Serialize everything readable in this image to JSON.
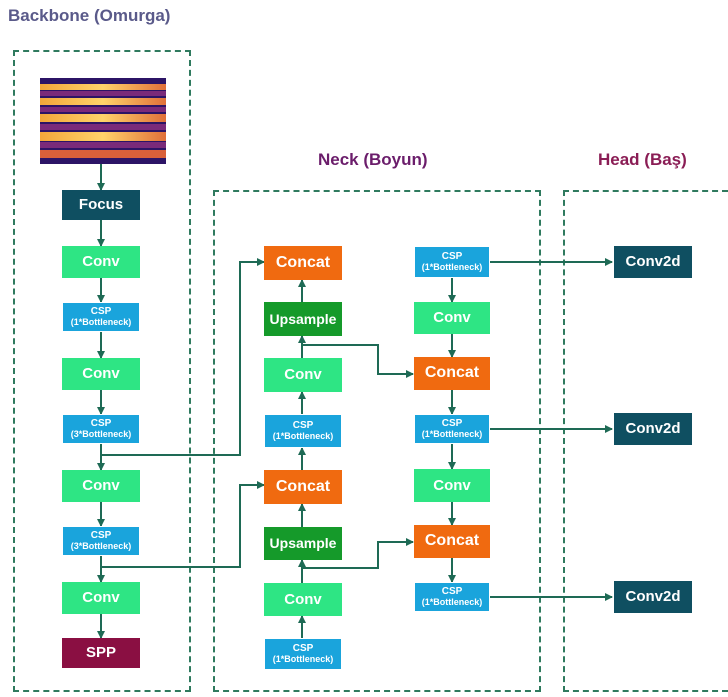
{
  "titles": {
    "backbone": "Backbone (Omurga)",
    "neck": "Neck (Boyun)",
    "head": "Head (Baş)"
  },
  "colors": {
    "title_backbone": "#5a5a8a",
    "title_neck": "#6b1d6b",
    "title_head": "#8a1d55",
    "panel_border": "#2f7a5e",
    "arrow": "#1e6a55"
  },
  "nodes": {
    "focus": {
      "l1": "Focus"
    },
    "bb_conv1": {
      "l1": "Conv"
    },
    "bb_csp1": {
      "l1": "CSP",
      "l2": "(1*Bottleneck)"
    },
    "bb_conv2": {
      "l1": "Conv"
    },
    "bb_csp2": {
      "l1": "CSP",
      "l2": "(3*Bottleneck)"
    },
    "bb_conv3": {
      "l1": "Conv"
    },
    "bb_csp3": {
      "l1": "CSP",
      "l2": "(3*Bottleneck)"
    },
    "bb_conv4": {
      "l1": "Conv"
    },
    "spp": {
      "l1": "SPP"
    },
    "n_concat1": {
      "l1": "Concat"
    },
    "n_upsample1": {
      "l1": "Upsample"
    },
    "n_conv1": {
      "l1": "Conv"
    },
    "n_csp1": {
      "l1": "CSP",
      "l2": "(1*Bottleneck)"
    },
    "n_concat2": {
      "l1": "Concat"
    },
    "n_upsample2": {
      "l1": "Upsample"
    },
    "n_conv2": {
      "l1": "Conv"
    },
    "n_csp2": {
      "l1": "CSP",
      "l2": "(1*Bottleneck)"
    },
    "r_csp1": {
      "l1": "CSP",
      "l2": "(1*Bottleneck)"
    },
    "r_conv1": {
      "l1": "Conv"
    },
    "r_concat1": {
      "l1": "Concat"
    },
    "r_csp2": {
      "l1": "CSP",
      "l2": "(1*Bottleneck)"
    },
    "r_conv2": {
      "l1": "Conv"
    },
    "r_concat2": {
      "l1": "Concat"
    },
    "r_csp3": {
      "l1": "CSP",
      "l2": "(1*Bottleneck)"
    },
    "h_conv2d1": {
      "l1": "Conv2d"
    },
    "h_conv2d2": {
      "l1": "Conv2d"
    },
    "h_conv2d3": {
      "l1": "Conv2d"
    }
  },
  "input_image": "thermal-image"
}
